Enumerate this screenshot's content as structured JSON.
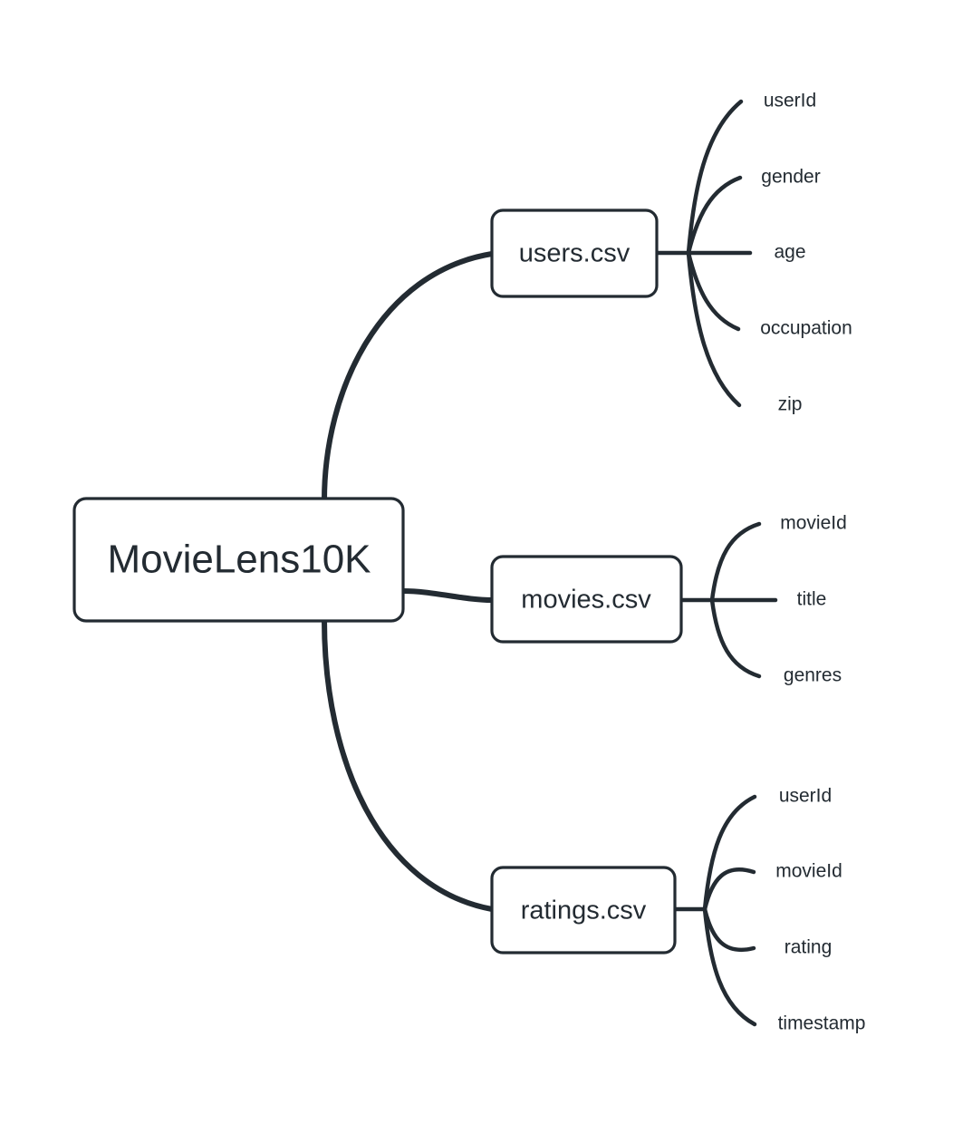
{
  "diagram": {
    "type": "mindmap",
    "background_color": "#ffffff",
    "stroke_color": "#232b32",
    "text_color": "#232b32",
    "root": {
      "label": "MovieLens10K"
    },
    "branches": [
      {
        "label": "users.csv",
        "leaves": [
          {
            "label": "userId"
          },
          {
            "label": "gender"
          },
          {
            "label": "age"
          },
          {
            "label": "occupation"
          },
          {
            "label": "zip"
          }
        ]
      },
      {
        "label": "movies.csv",
        "leaves": [
          {
            "label": "movieId"
          },
          {
            "label": "title"
          },
          {
            "label": "genres"
          }
        ]
      },
      {
        "label": "ratings.csv",
        "leaves": [
          {
            "label": "userId"
          },
          {
            "label": "movieId"
          },
          {
            "label": "rating"
          },
          {
            "label": "timestamp"
          }
        ]
      }
    ]
  }
}
